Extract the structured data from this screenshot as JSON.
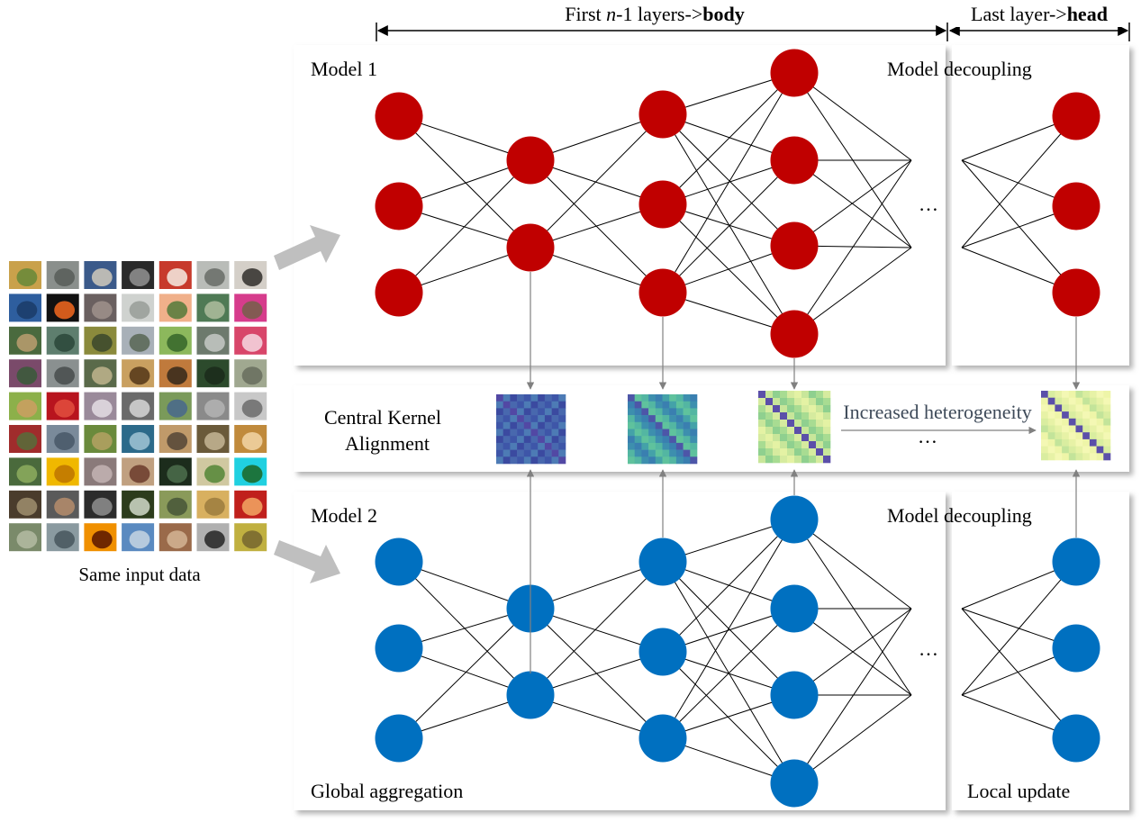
{
  "top_annotation": {
    "body_text_prefix": "First ",
    "body_text_italic": "n",
    "body_text_middle": "-1 layers->",
    "body_text_bold": "body",
    "head_text_prefix": "Last layer->",
    "head_text_bold": "head"
  },
  "model1": {
    "title": "Model 1",
    "decoupling": "Model decoupling",
    "ellipsis": "…",
    "color": "#c00000"
  },
  "model2": {
    "title": "Model 2",
    "decoupling": "Model decoupling",
    "ellipsis": "…",
    "global_label": "Global aggregation",
    "local_label": "Local update",
    "color": "#0070c0"
  },
  "cka": {
    "label_line1": "Central Kernel",
    "label_line2": "Alignment",
    "heterogeneity": "Increased heterogeneity",
    "ellipsis": "…"
  },
  "input": {
    "caption": "Same input data"
  },
  "colors": {
    "panel_shadow": "#c8c8c8",
    "arrow_grey": "#bfbfbf",
    "connector": "#808080",
    "heat_low": "#3b4cab",
    "heat_mid": "#2fa7a0",
    "heat_high": "#f0f6a8",
    "diag": "#5a4fae"
  }
}
